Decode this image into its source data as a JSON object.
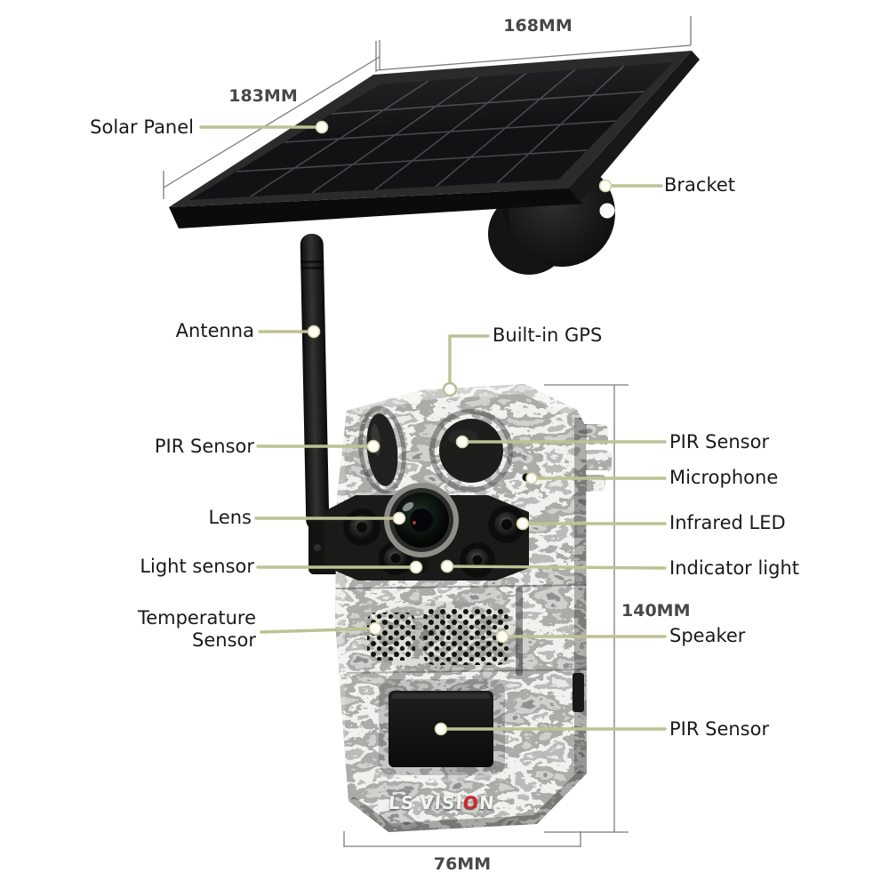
{
  "figure": {
    "type": "product-annotation-diagram",
    "subject": "solar-powered trail camera with solar panel",
    "background": "#ffffff"
  },
  "dims": {
    "panel_width": "168MM",
    "panel_depth": "183MM",
    "camera_height": "140MM",
    "camera_width": "76MM"
  },
  "callouts": {
    "solar_panel": "Solar Panel",
    "bracket": "Bracket",
    "antenna": "Antenna",
    "built_in_gps": "Built-in GPS",
    "pir_sensor_top_left": "PIR Sensor",
    "pir_sensor_top_right": "PIR Sensor",
    "microphone": "Microphone",
    "lens": "Lens",
    "infrared_led": "Infrared LED",
    "light_sensor": "Light sensor",
    "indicator_light": "Indicator light",
    "temperature_sensor_line1": "Temperature",
    "temperature_sensor_line2": "Sensor",
    "speaker": "Speaker",
    "pir_sensor_bottom": "PIR Sensor"
  },
  "brand": {
    "prefix": "LS",
    "mid": "VISI",
    "o": "O",
    "suffix": "N"
  },
  "colors": {
    "callout_line": "#bdc194",
    "callout_dot": "#fffdf4",
    "dimension_line": "#7c7c7c",
    "dimension_text": "#484848",
    "label_text": "#1a1a1a",
    "brand_red": "#cf2a2f",
    "camo_base": "#b9b9b4",
    "device_black": "#161616"
  }
}
